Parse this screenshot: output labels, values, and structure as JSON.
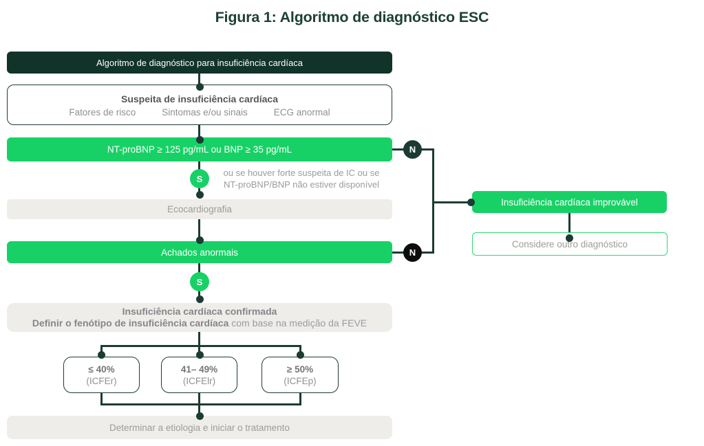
{
  "figure": {
    "title": "Figura 1: Algoritmo de diagnóstico ESC"
  },
  "nodes": {
    "header": "Algoritmo de diagnóstico para insuficiência cardíaca",
    "suspicion": {
      "title": "Suspeita de insuficiência cardíaca",
      "factors": [
        "Fatores de risco",
        "Sintomas e/ou sinais",
        "ECG anormal"
      ]
    },
    "natriuretic": "NT-proBNP ≥ 125 pg/mL ou BNP ≥ 35 pg/mL",
    "yes_badge": "S",
    "no_badge": "N",
    "note": {
      "line1": "ou se houver forte suspeita de IC ou se",
      "line2": "NT-proBNP/BNP não estiver disponível"
    },
    "echo": "Ecocardiografia",
    "abnormal_findings": "Achados anormais",
    "confirmed": {
      "title": "Insuficiência cardíaca confirmada",
      "subtitle_bold": "Definir o fenótipo de insuficiência cardíaca",
      "subtitle_rest": " com base na medição da FEVE"
    },
    "phenotypes": [
      {
        "value": "≤ 40%",
        "label": "(ICFEr)"
      },
      {
        "value": "41– 49%",
        "label": "(ICFElr)"
      },
      {
        "value": "≥ 50%",
        "label": "(ICFEp)"
      }
    ],
    "treatment": "Determinar a etiologia e iniciar o tratamento",
    "unlikely": "Insuficiência cardíaca improvável",
    "consider": "Considere outro diagnóstico"
  },
  "colors": {
    "dark_green": "#11332a",
    "line_green": "#1c3b33",
    "bright_green": "#18d166",
    "light_gray": "#efede9",
    "gray_text": "#9c9c99",
    "black": "#0c0c0c"
  }
}
